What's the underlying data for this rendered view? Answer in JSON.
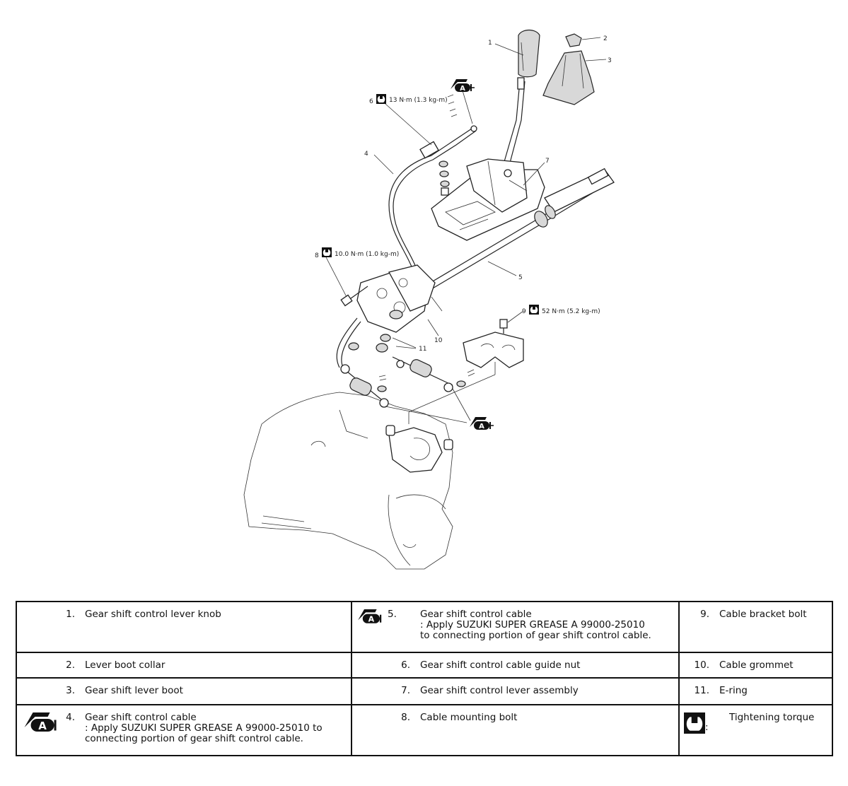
{
  "diagram": {
    "callouts": {
      "c1": "1",
      "c2": "2",
      "c3": "3",
      "c4": "4",
      "c5": "5",
      "c6": "6",
      "c7": "7",
      "c8": "8",
      "c9": "9",
      "c10": "10",
      "c11": "11"
    },
    "torque": {
      "t6": "13 N·m (1.3 kg-m)",
      "t8": "10.0 N·m (1.0 kg-m)",
      "t9": "52 N·m (5.2 kg-m)"
    },
    "grease_letter": "A"
  },
  "legend": {
    "rows": [
      [
        {
          "num": "1.",
          "text": "Gear shift control lever knob"
        },
        {
          "num": "5.",
          "text": "Gear shift control cable\n: Apply SUZUKI SUPER GREASE A 99000-25010\nto connecting portion of gear shift control cable.",
          "icon": "grease-A-icon"
        },
        {
          "num": "9.",
          "text": "Cable bracket bolt"
        }
      ],
      [
        {
          "num": "2.",
          "text": "Lever boot collar"
        },
        {
          "num": "6.",
          "text": "Gear shift control cable guide nut"
        },
        {
          "num": "10.",
          "text": "Cable grommet"
        }
      ],
      [
        {
          "num": "3.",
          "text": "Gear shift lever boot"
        },
        {
          "num": "7.",
          "text": "Gear shift control lever assembly"
        },
        {
          "num": "11.",
          "text": "E-ring"
        }
      ],
      [
        {
          "num": "4.",
          "text": "Gear shift control cable\n: Apply SUZUKI SUPER GREASE A 99000-25010 to\nconnecting portion of gear shift control cable.",
          "icon": "grease-A-icon"
        },
        {
          "num": "8.",
          "text": "Cable mounting bolt"
        },
        {
          "num": ":",
          "text": "Tightening torque",
          "icon": "torque-wrench-icon"
        }
      ]
    ]
  }
}
